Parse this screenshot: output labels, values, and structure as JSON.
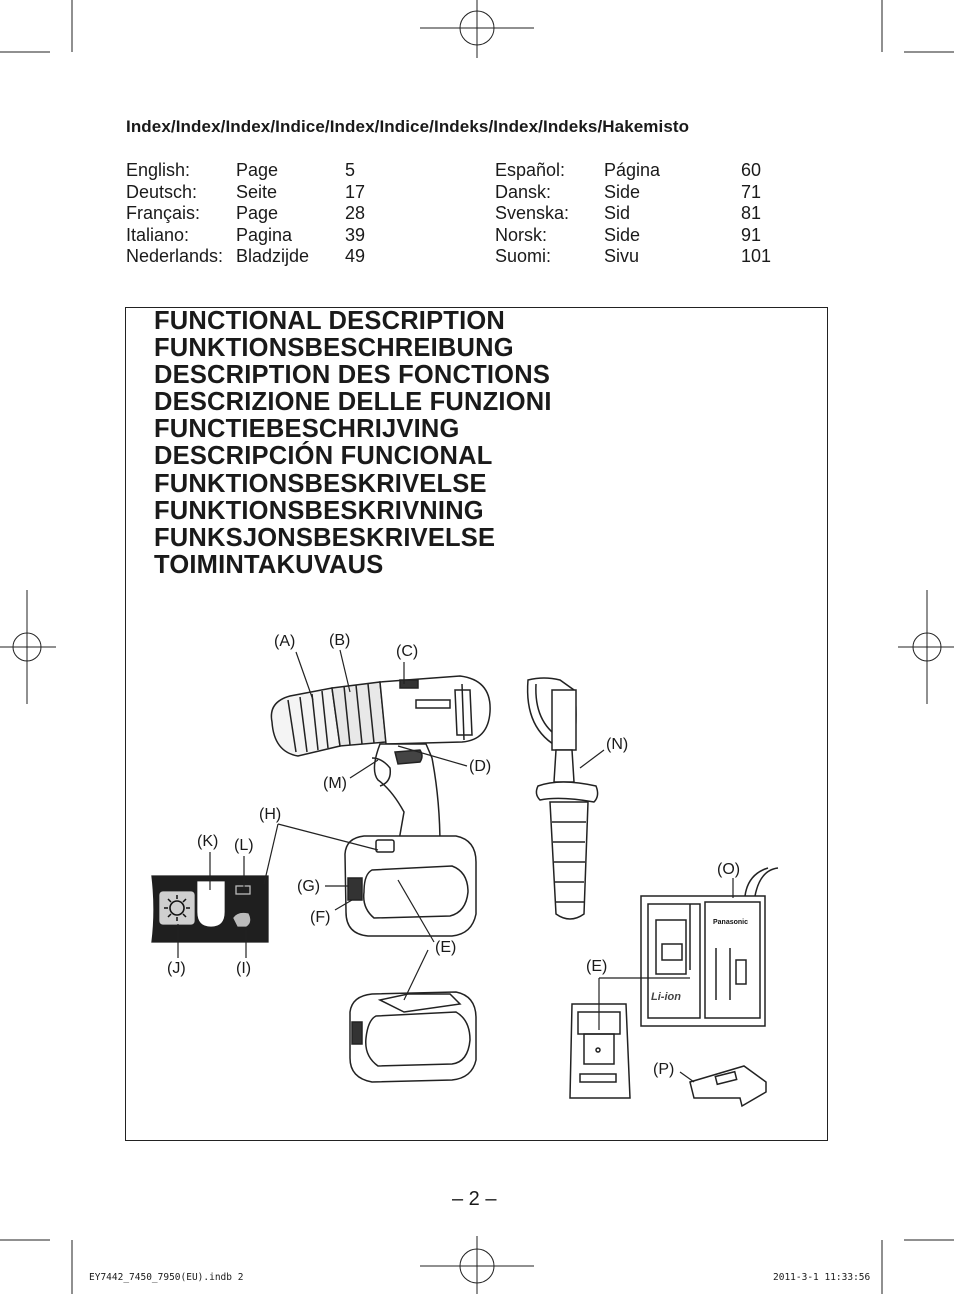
{
  "index": {
    "title": "Index/Index/Index/Indice/Index/Indice/Indeks/Index/Indeks/Hakemisto",
    "left": [
      {
        "lang": "English:",
        "word": "Page",
        "page": "5"
      },
      {
        "lang": "Deutsch:",
        "word": "Seite",
        "page": "17"
      },
      {
        "lang": "Français:",
        "word": "Page",
        "page": "28"
      },
      {
        "lang": "Italiano:",
        "word": "Pagina",
        "page": "39"
      },
      {
        "lang": "Nederlands:",
        "word": "Bladzijde",
        "page": "49"
      }
    ],
    "right": [
      {
        "lang": "Español:",
        "word": "Página",
        "page": "60"
      },
      {
        "lang": "Dansk:",
        "word": "Side",
        "page": "71"
      },
      {
        "lang": "Svenska:",
        "word": "Sid",
        "page": "81"
      },
      {
        "lang": "Norsk:",
        "word": "Side",
        "page": "91"
      },
      {
        "lang": "Suomi:",
        "word": "Sivu",
        "page": "101"
      }
    ]
  },
  "headings": [
    "FUNCTIONAL DESCRIPTION",
    "FUNKTIONSBESCHREIBUNG",
    "DESCRIPTION DES FONCTIONS",
    "DESCRIZIONE DELLE FUNZIONI",
    "FUNCTIEBESCHRIJVING",
    "DESCRIPCIÓN FUNCIONAL",
    "FUNKTIONSBESKRIVELSE",
    "FUNKTIONSBESKRIVNING",
    "FUNKSJONSBESKRIVELSE",
    "TOIMINTAKUVAUS"
  ],
  "labels": {
    "A": "(A)",
    "B": "(B)",
    "C": "(C)",
    "D": "(D)",
    "M": "(M)",
    "H": "(H)",
    "K": "(K)",
    "L": "(L)",
    "G": "(G)",
    "F": "(F)",
    "J": "(J)",
    "I": "(I)",
    "E1": "(E)",
    "N": "(N)",
    "O": "(O)",
    "E2": "(E)",
    "P": "(P)"
  },
  "charger": {
    "brand": "Panasonic",
    "battery_type": "Li-ion"
  },
  "page_number": "– 2 –",
  "footer": {
    "file": "EY7442_7450_7950(EU).indb   2",
    "timestamp": "2011-3-1   11:33:56"
  }
}
